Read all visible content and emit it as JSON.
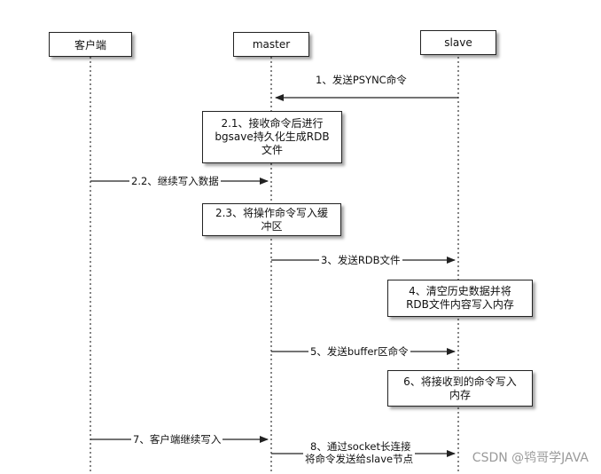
{
  "participants": {
    "client": "客户端",
    "master": "master",
    "slave": "slave"
  },
  "messages": {
    "m1": "1、发送PSYNC命令",
    "m2_2": "2.2、继续写入数据",
    "m3": "3、发送RDB文件",
    "m5": "5、发送buffer区命令",
    "m7": "7、客户端继续写入",
    "m8_line1": "8、通过socket长连接",
    "m8_line2": "将命令发送给slave节点"
  },
  "notes": {
    "n2_1": "2.1、接收命令后进行\nbgsave持久化生成RDB\n文件",
    "n2_3": "2.3、将操作命令写入缓\n冲区",
    "n4": "4、清空历史数据并将\nRDB文件内容写入内存",
    "n6": "6、将接收到的命令写入\n内存"
  },
  "watermark": "CSDN @鸨哥学JAVA"
}
